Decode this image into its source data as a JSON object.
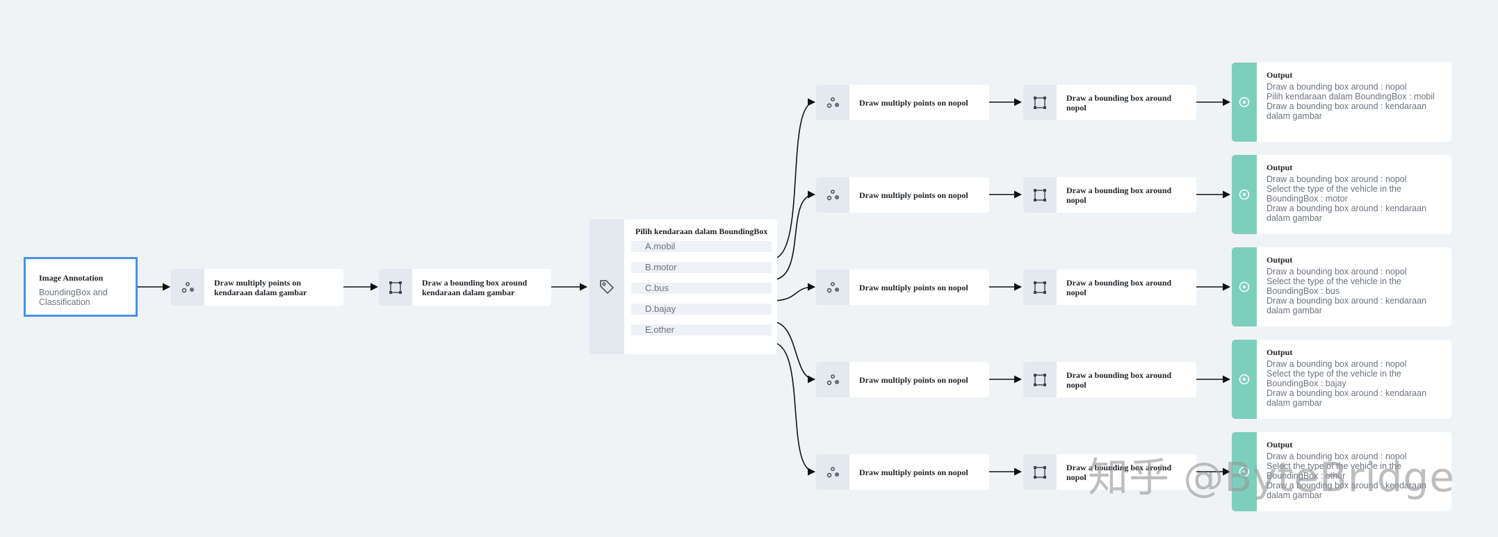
{
  "root": {
    "title": "Image Annotation",
    "subtitle": "BoundingBox and Classification"
  },
  "step1": {
    "label": "Draw multiply points on kendaraan dalam gambar",
    "icon": "points-icon"
  },
  "step2": {
    "label": "Draw a bounding box around kendaraan dalam gambar",
    "icon": "bounding-box-icon"
  },
  "choice": {
    "question": "Pilih kendaraan dalam BoundingBox",
    "icon": "tag-icon",
    "options": [
      "A.mobil",
      "B.motor",
      "C.bus",
      "D.bajay",
      "E.other"
    ]
  },
  "branches": [
    {
      "points_label": "Draw multiply points on nopol",
      "box_label": "Draw a bounding box around nopol",
      "output": {
        "title": "Output",
        "line1": "Draw a bounding box around  : nopol",
        "line2": "Pilih kendaraan dalam BoundingBox : mobil",
        "line3": "Draw a bounding box around  : kendaraan dalam gambar"
      }
    },
    {
      "points_label": "Draw multiply points on nopol",
      "box_label": "Draw a bounding box around nopol",
      "output": {
        "title": "Output",
        "line1": "Draw a bounding box around  : nopol",
        "line2": "Select the type of the vehicle in the BoundingBox : motor",
        "line3": "Draw a bounding box around  : kendaraan dalam gambar"
      }
    },
    {
      "points_label": "Draw multiply points on nopol",
      "box_label": "Draw a bounding box around nopol",
      "output": {
        "title": "Output",
        "line1": "Draw a bounding box around  : nopol",
        "line2": "Select the type of the vehicle in the BoundingBox : bus",
        "line3": "Draw a bounding box around  : kendaraan dalam gambar"
      }
    },
    {
      "points_label": "Draw multiply points on nopol",
      "box_label": "Draw a bounding box around nopol",
      "output": {
        "title": "Output",
        "line1": "Draw a bounding box around  : nopol",
        "line2": "Select the type of the vehicle in the BoundingBox : bajay",
        "line3": "Draw a bounding box around  : kendaraan dalam gambar"
      }
    },
    {
      "points_label": "Draw multiply points on nopol",
      "box_label": "Draw a bounding box around nopol",
      "output": {
        "title": "Output",
        "line1": "Draw a bounding box around  : nopol",
        "line2": "Select the type of the vehicle in the BoundingBox : other",
        "line3": "Draw a bounding box around  : kendaraan dalam gambar"
      }
    }
  ],
  "watermark": "知乎 @ByteBridge",
  "colors": {
    "root_border": "#4a90e2",
    "output_accent": "#7ccfbd",
    "icon_bg": "#e4e8ef",
    "background": "#f0f3f6"
  }
}
